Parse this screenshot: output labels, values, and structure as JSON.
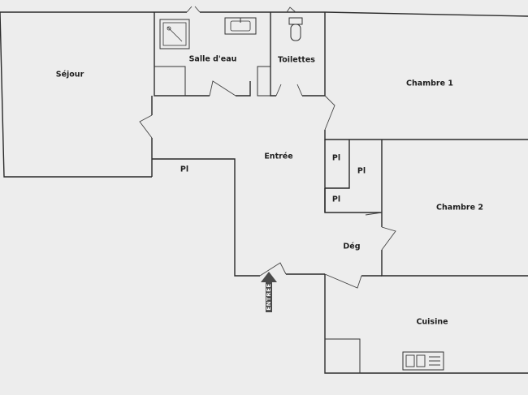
{
  "rooms": {
    "sejour": "Séjour",
    "salle_deau": "Salle d'eau",
    "toilettes": "Toilettes",
    "chambre1": "Chambre 1",
    "entree": "Entrée",
    "pl_left": "Pl",
    "pl_1": "Pl",
    "pl_2": "Pl",
    "pl_3": "Pl",
    "chambre2": "Chambre 2",
    "deg": "Dég",
    "cuisine": "Cuisine"
  },
  "entrance_arrow": {
    "label": "ENTRÉE",
    "color": "#4a4a4a"
  },
  "colors": {
    "background": "#ededed",
    "walls": "#2a2a2a"
  },
  "icons": {
    "shower": "shower-tray-icon",
    "sink": "washbasin-icon",
    "toilet": "toilet-icon",
    "stove": "cooktop-icon"
  }
}
